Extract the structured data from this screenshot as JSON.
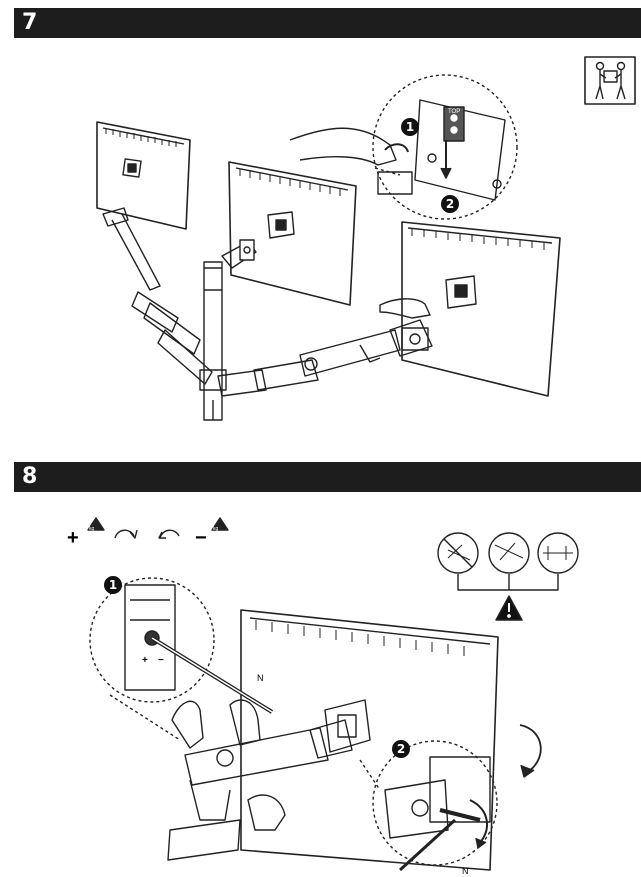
{
  "steps": [
    {
      "number": "7"
    },
    {
      "number": "8"
    }
  ],
  "step7": {
    "callouts": [
      "1",
      "2"
    ],
    "plate_label": "TOP",
    "icon": "two-person-lift-icon"
  },
  "step8": {
    "adjust": {
      "plus": "+",
      "minus": "−",
      "weight_label": "kg"
    },
    "callouts": [
      "1",
      "2"
    ],
    "tool_label_1": "N",
    "tool_label_2": "N",
    "knob_symbols": {
      "plus": "+",
      "minus": "−"
    },
    "warning_icon": "warning-icon",
    "rotation_icon": "clockwise-arrow-icon"
  }
}
